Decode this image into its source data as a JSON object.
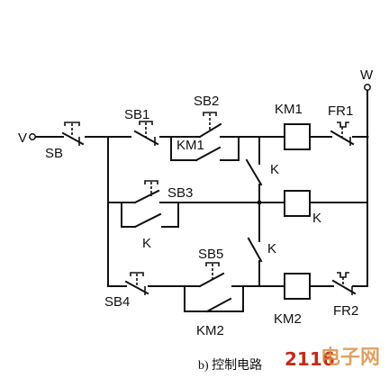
{
  "diagram": {
    "terminals": {
      "left": "V",
      "right": "W"
    },
    "labels": {
      "sb": "SB",
      "sb1": "SB1",
      "sb2": "SB2",
      "km1_coil": "KM1",
      "fr1": "FR1",
      "km1_contact": "KM1",
      "k_contact_1": "K",
      "sb3": "SB3",
      "k_coil": "K",
      "k_contact_2": "K",
      "k_contact_3": "K",
      "sb5": "SB5",
      "sb4": "SB4",
      "km2_contact": "KM2",
      "km2_coil": "KM2",
      "fr2": "FR2"
    },
    "caption": "b) 控制电路"
  },
  "watermark": {
    "digits": "2116",
    "brand": "电子网",
    "digit_color": "#c42a1e",
    "brand_color": "#d98a3a"
  }
}
